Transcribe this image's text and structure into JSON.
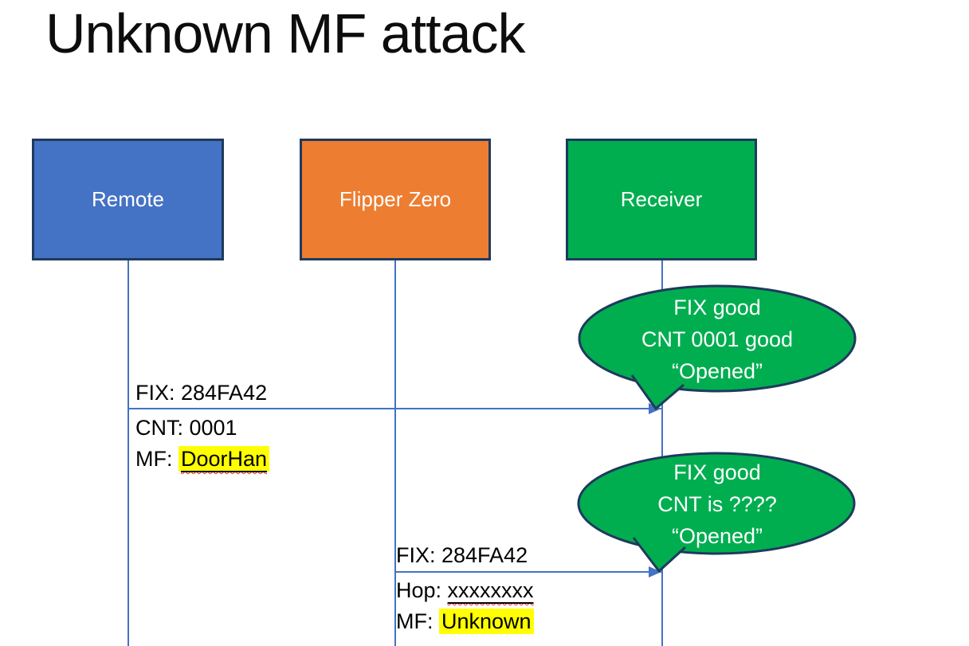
{
  "title": "Unknown MF attack",
  "actors": [
    {
      "label": "Remote"
    },
    {
      "label": "Flipper Zero"
    },
    {
      "label": "Receiver"
    }
  ],
  "messages": [
    {
      "line1": "FIX: 284FA42",
      "line2": "CNT: 0001",
      "line3_prefix": "MF: ",
      "line3_value": "DoorHan"
    },
    {
      "line1": "FIX: 284FA42",
      "line2_prefix": "Hop: ",
      "line2_value": "xxxxxxxx",
      "line3_prefix": "MF: ",
      "line3_value": "Unknown"
    }
  ],
  "callouts": [
    {
      "line1": "FIX good",
      "line2": "CNT 0001 good",
      "line3": "“Opened”"
    },
    {
      "line1": "FIX good",
      "line2": "CNT is ????",
      "line3": "“Opened”"
    }
  ],
  "colors": {
    "remote_fill": "#4472C4",
    "flipper_fill": "#ED7D31",
    "receiver_fill": "#00AE50",
    "callout_fill": "#00AE50",
    "shape_border": "#1F3A5C",
    "line_blue": "#4472C4",
    "highlight_yellow": "#FFFF00",
    "spellcheck_red": "#FF2116",
    "text_black": "#000000",
    "text_white": "#FFFFFF"
  }
}
